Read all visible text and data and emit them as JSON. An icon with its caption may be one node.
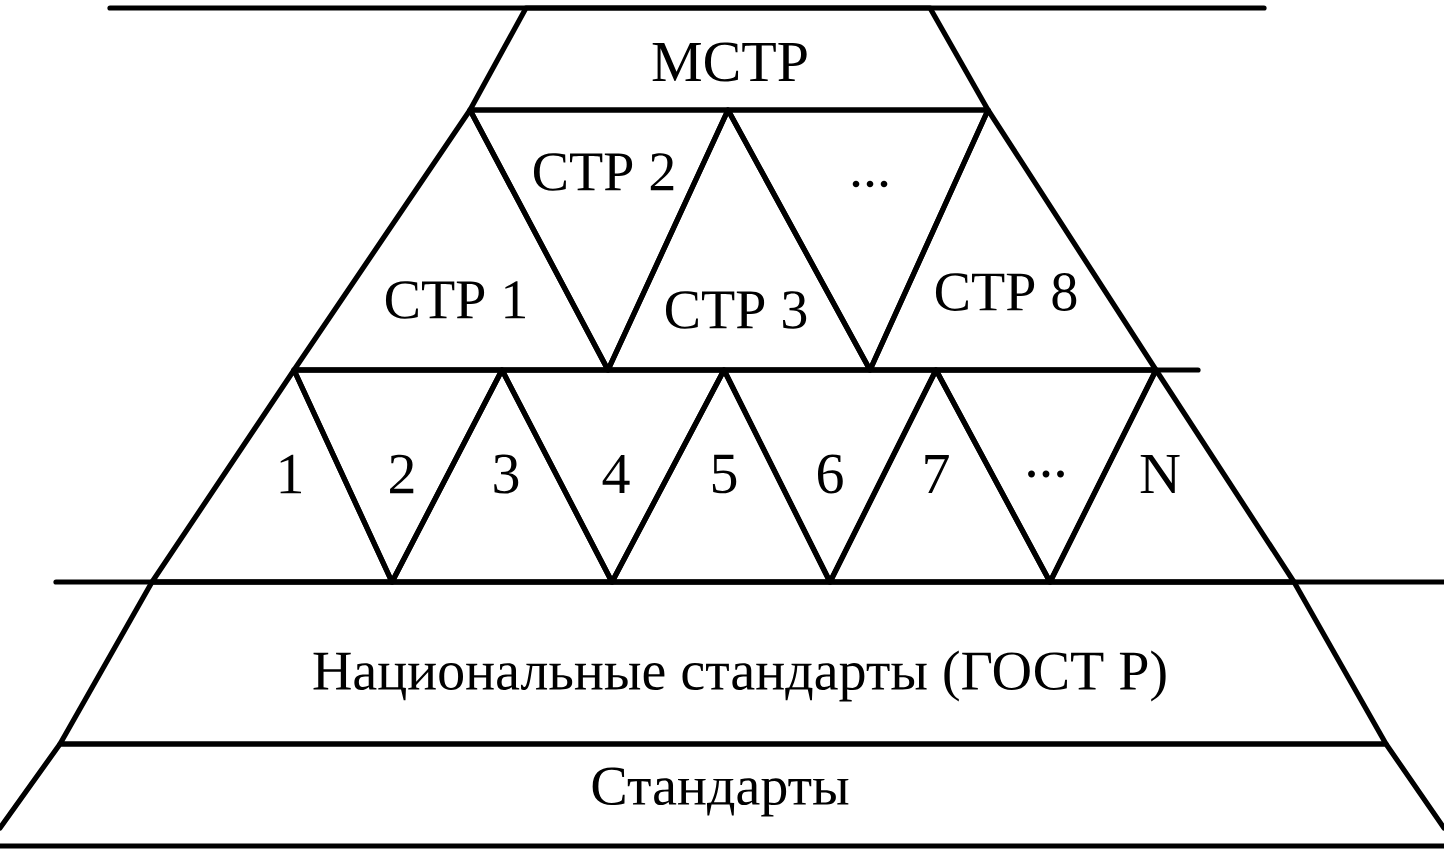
{
  "diagram": {
    "nodes": [
      {
        "text": [
          "МСТР"
        ]
      },
      {
        "text": [
          "СТР 1"
        ]
      },
      {
        "text": [
          "СТР 2"
        ]
      },
      {
        "text": [
          "СТР 3"
        ]
      },
      {
        "text": [
          "..."
        ]
      },
      {
        "text": [
          "СТР 8"
        ]
      },
      {
        "text": [
          "1"
        ]
      },
      {
        "text": [
          "2"
        ]
      },
      {
        "text": [
          "3"
        ]
      },
      {
        "text": [
          "4"
        ]
      },
      {
        "text": [
          "5"
        ]
      },
      {
        "text": [
          "6"
        ]
      },
      {
        "text": [
          "7"
        ]
      },
      {
        "text": [
          "..."
        ]
      },
      {
        "text": [
          "N"
        ]
      },
      {
        "text": [
          "Национальные стандарты (ГОСТ Р)"
        ]
      },
      {
        "text": [
          "Стандарты"
        ]
      }
    ]
  }
}
